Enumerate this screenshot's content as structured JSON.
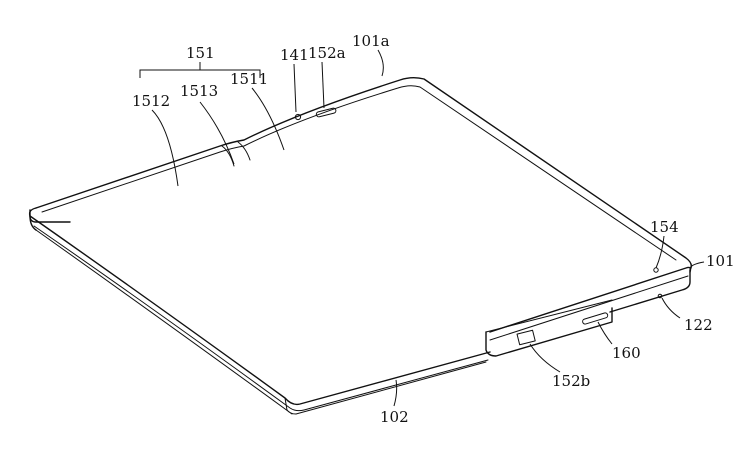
{
  "labels": {
    "l151": "151",
    "l141": "141",
    "l152a": "152a",
    "l101a": "101a",
    "l1512": "1512",
    "l1513": "1513",
    "l1511": "1511",
    "l154": "154",
    "l101": "101",
    "l122": "122",
    "l160": "160",
    "l152b": "152b",
    "l102": "102"
  }
}
